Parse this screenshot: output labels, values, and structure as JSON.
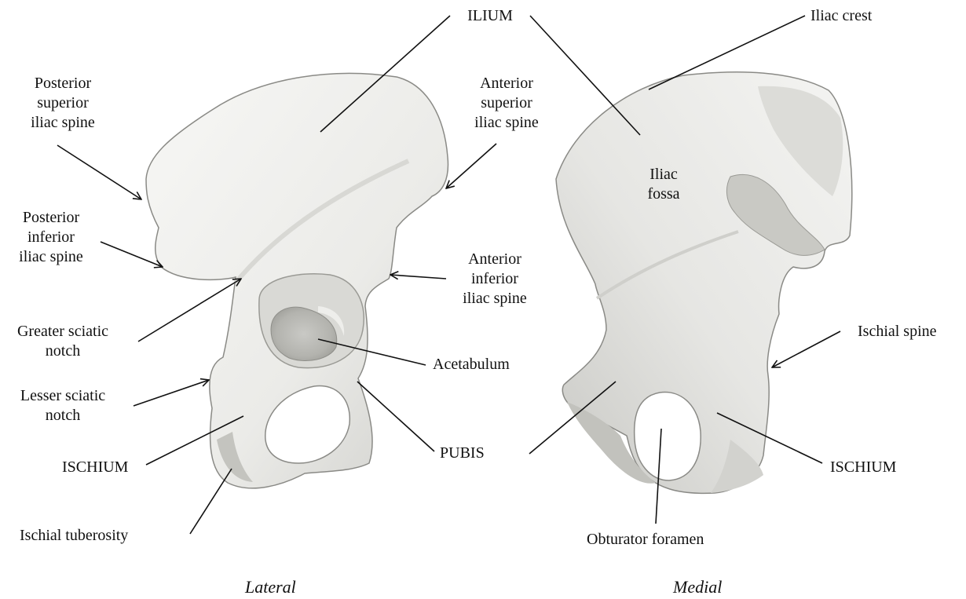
{
  "labels": {
    "ilium": "ILIUM",
    "iliac_crest": "Iliac crest",
    "psis": [
      "Posterior",
      "superior",
      "iliac spine"
    ],
    "asis": [
      "Anterior",
      "superior",
      "iliac spine"
    ],
    "iliac_fossa": [
      "Iliac",
      "fossa"
    ],
    "piis": [
      "Posterior",
      "inferior",
      "iliac spine"
    ],
    "aiis": [
      "Anterior",
      "inferior",
      "iliac spine"
    ],
    "greater_sciatic_notch": [
      "Greater sciatic",
      "notch"
    ],
    "acetabulum": "Acetabulum",
    "ischial_spine": "Ischial  spine",
    "lesser_sciatic_notch": [
      "Lesser sciatic",
      "notch"
    ],
    "ischium_left": "ISCHIUM",
    "pubis": "PUBIS",
    "ischium_right": "ISCHIUM",
    "ischial_tuberosity": "Ischial  tuberosity",
    "obturator_foramen": "Obturator foramen"
  },
  "captions": {
    "lateral": "Lateral",
    "medial": "Medial"
  },
  "colors": {
    "bone_light": "#f3f3f1",
    "bone_mid": "#e2e2df",
    "bone_shadow": "#b9b9b5",
    "outline": "#8a8a86",
    "leader": "#111111"
  }
}
